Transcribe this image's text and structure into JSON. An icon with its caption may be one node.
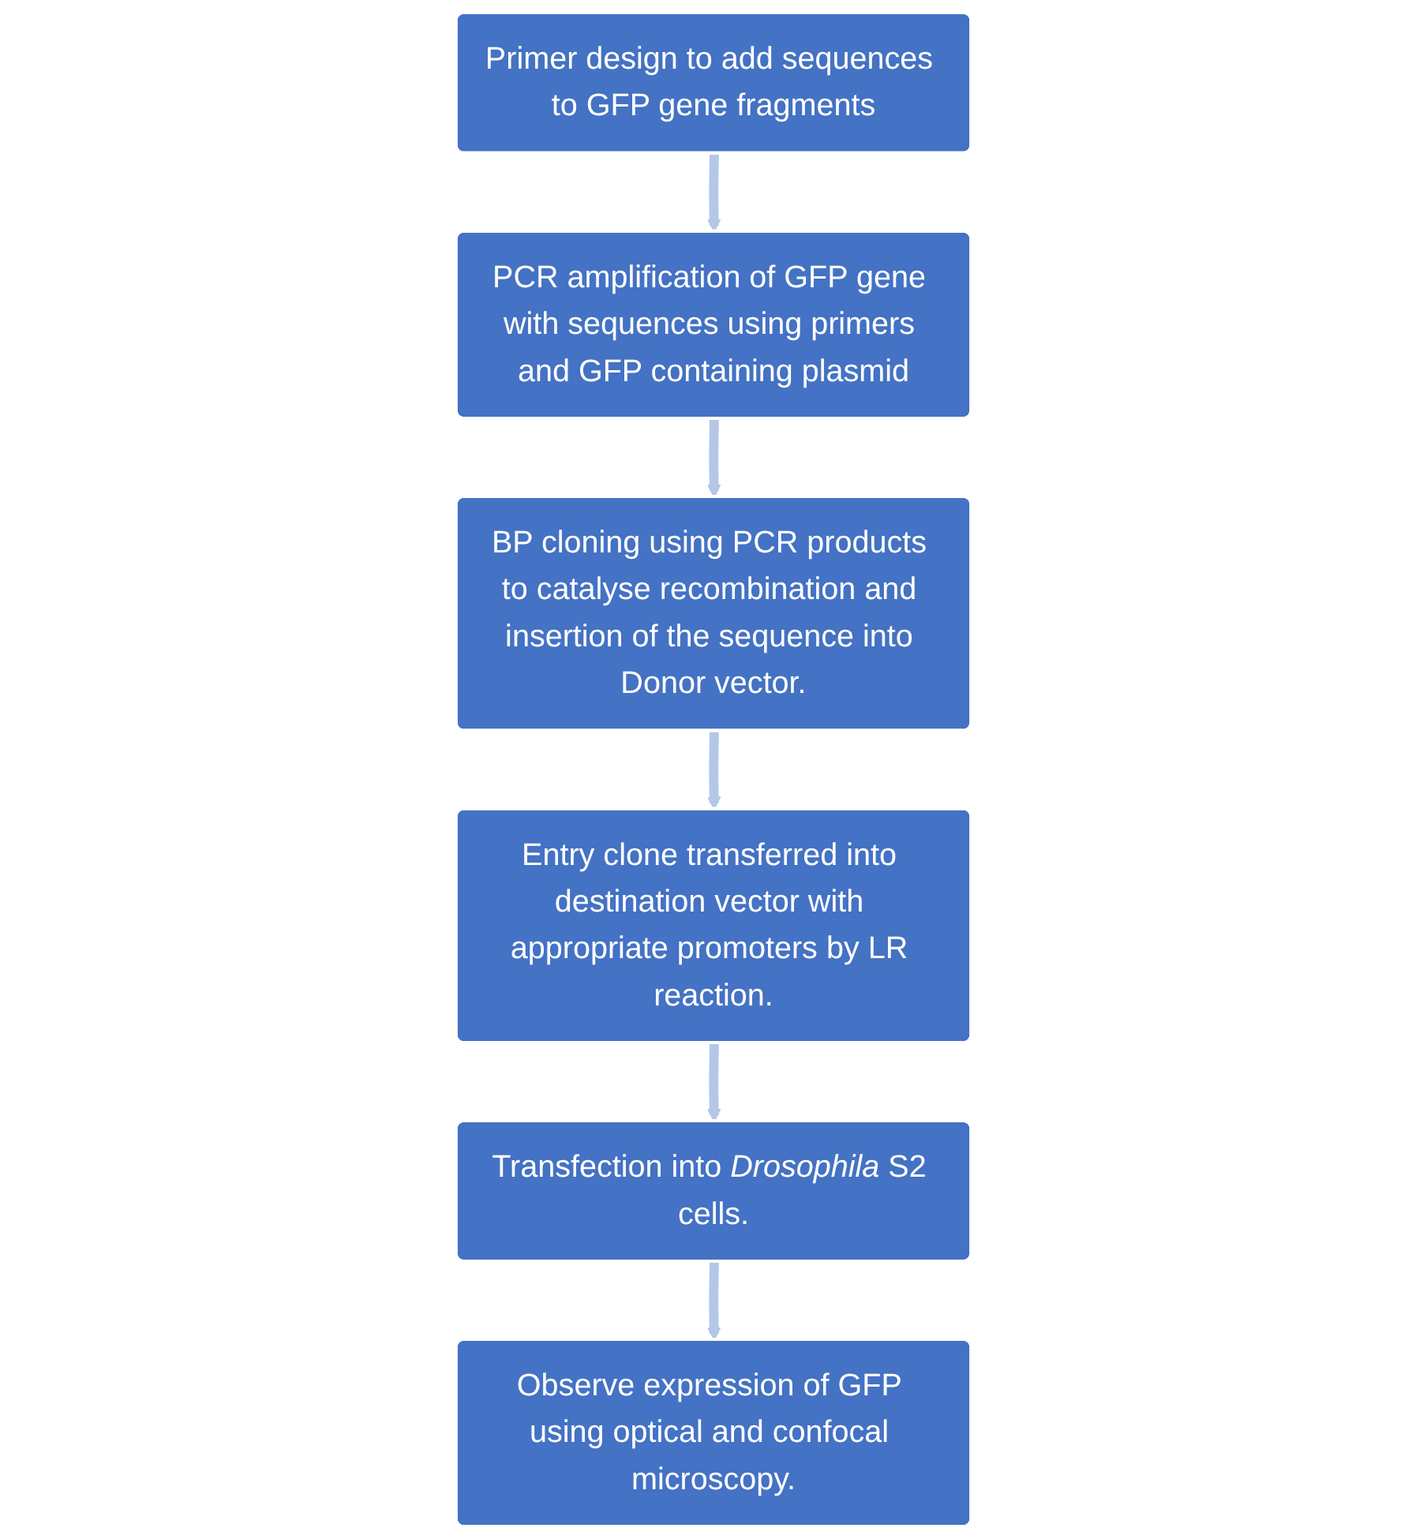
{
  "diagram": {
    "nodes": [
      {
        "text": [
          "Primer design to add sequences to GFP gene fragments"
        ]
      },
      {
        "text": [
          "PCR amplification of GFP gene with sequences using primers and GFP containing plasmid"
        ]
      },
      {
        "text": [
          "Entry clone transferred into destination vector with appropriate promoters by LR reaction."
        ]
      },
      {
        "text": [
          "BP cloning using PCR products to catalyse recombination and insertion of the sequence into Donor vector."
        ]
      },
      {
        "text": [
          "Transfection into *Drosophila* S2 cells."
        ]
      },
      {
        "text": [
          "Observe expression of GFP using optical and confocal microscopy."
        ]
      }
    ],
    "edges": [
      {
        "from": 0,
        "to": 1,
        "arrow": "to"
      },
      {
        "from": 1,
        "to": 3,
        "arrow": "to"
      },
      {
        "from": 3,
        "to": 2,
        "arrow": "to"
      },
      {
        "from": 2,
        "to": 4,
        "arrow": "to"
      },
      {
        "from": 4,
        "to": 5,
        "arrow": "to"
      }
    ]
  }
}
